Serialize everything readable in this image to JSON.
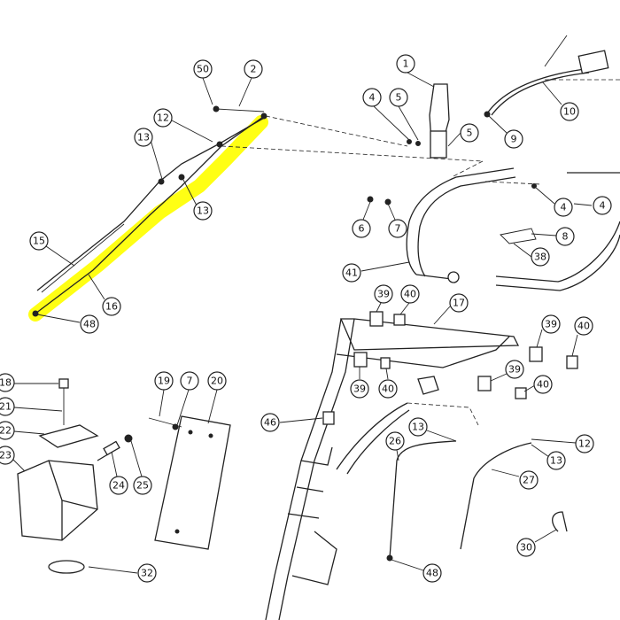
{
  "callouts": [
    "50",
    "2",
    "1",
    "4",
    "5",
    "12",
    "13",
    "5",
    "13",
    "15",
    "16",
    "48",
    "10",
    "9",
    "4",
    "6",
    "7",
    "41",
    "8",
    "38",
    "39",
    "40",
    "17",
    "39",
    "40",
    "39",
    "40",
    "39",
    "40",
    "18",
    "21",
    "22",
    "23",
    "24",
    "25",
    "19",
    "7",
    "20",
    "46",
    "13",
    "12",
    "26",
    "13",
    "27",
    "30",
    "48",
    "32",
    "4"
  ],
  "colors": {
    "highlight": "#ffff00",
    "ink": "#222222"
  }
}
